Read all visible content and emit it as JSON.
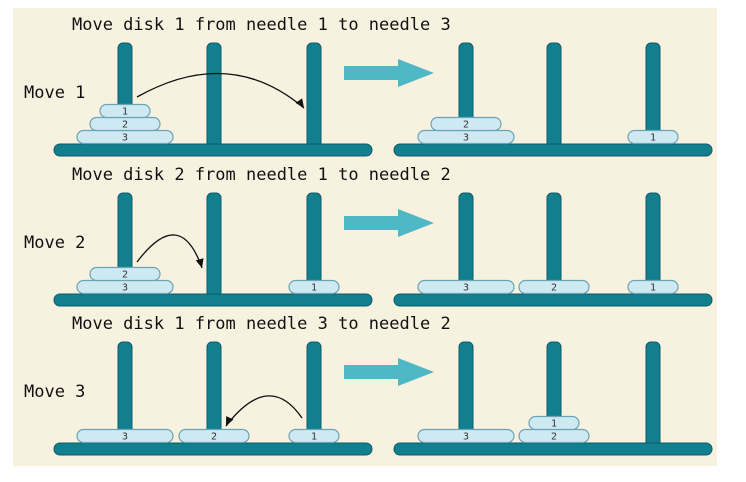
{
  "colors": {
    "background": "#f7f1df",
    "needle": "#127f8f",
    "needle_dark": "#0b5c68",
    "disk_fill": "#cfe9f2",
    "disk_stroke": "#6aa4b6",
    "arrow": "#4fb8c6",
    "curve": "#111111"
  },
  "rows": [
    {
      "caption": "Move disk 1 from needle 1 to needle 3",
      "label": "Move 1",
      "before": [
        [
          "3",
          "2",
          "1"
        ],
        [],
        []
      ],
      "after": [
        [
          "3",
          "2"
        ],
        [],
        [
          "1"
        ]
      ],
      "move": {
        "from_needle": 1,
        "to_needle": 3
      }
    },
    {
      "caption": "Move disk 2 from needle 1 to needle 2",
      "label": "Move 2",
      "before": [
        [
          "3",
          "2"
        ],
        [],
        [
          "1"
        ]
      ],
      "after": [
        [
          "3"
        ],
        [
          "2"
        ],
        [
          "1"
        ]
      ],
      "move": {
        "from_needle": 1,
        "to_needle": 2
      }
    },
    {
      "caption": "Move disk 1 from needle 3 to needle 2",
      "label": "Move 3",
      "before": [
        [
          "3"
        ],
        [
          "2"
        ],
        [
          "1"
        ]
      ],
      "after": [
        [
          "3"
        ],
        [
          "2",
          "1"
        ],
        []
      ],
      "move": {
        "from_needle": 3,
        "to_needle": 2
      }
    }
  ]
}
